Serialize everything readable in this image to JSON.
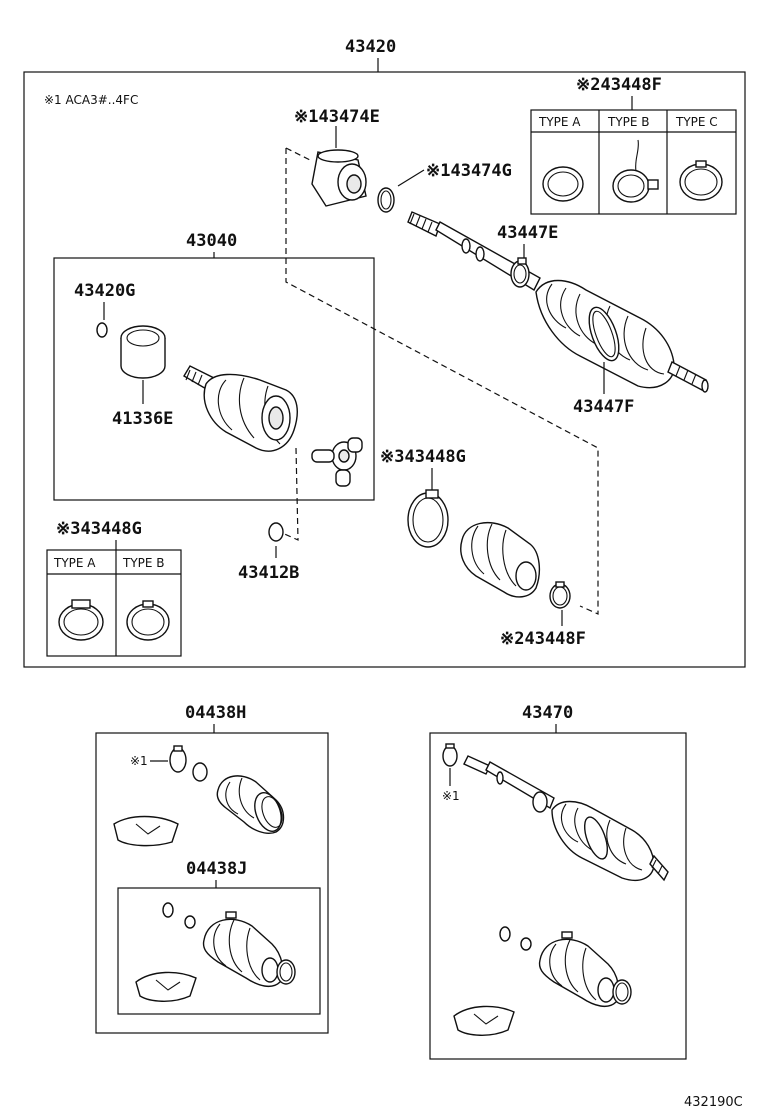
{
  "labels": {
    "main_assembly": "43420",
    "note": "※1 ACA3#..4FC",
    "n_43474E": "※143474E",
    "n_43474G": "※143474G",
    "n_43448F_top": "※243448F",
    "n_43040": "43040",
    "n_43447E": "43447E",
    "n_43420G": "43420G",
    "n_41336E": "41336E",
    "n_43447F": "43447F",
    "n_43448G_mid": "※343448G",
    "n_43448G_left": "※343448G",
    "n_43412B": "43412B",
    "n_43448F_bottom": "※243448F",
    "n_04438H": "04438H",
    "n_04438J": "04438J",
    "n_43470": "43470",
    "mark_1_left": "※1",
    "mark_1_right": "※1",
    "code": "432190C"
  },
  "type_table_top": [
    "TYPE A",
    "TYPE B",
    "TYPE C"
  ],
  "type_table_left": [
    "TYPE A",
    "TYPE B"
  ]
}
